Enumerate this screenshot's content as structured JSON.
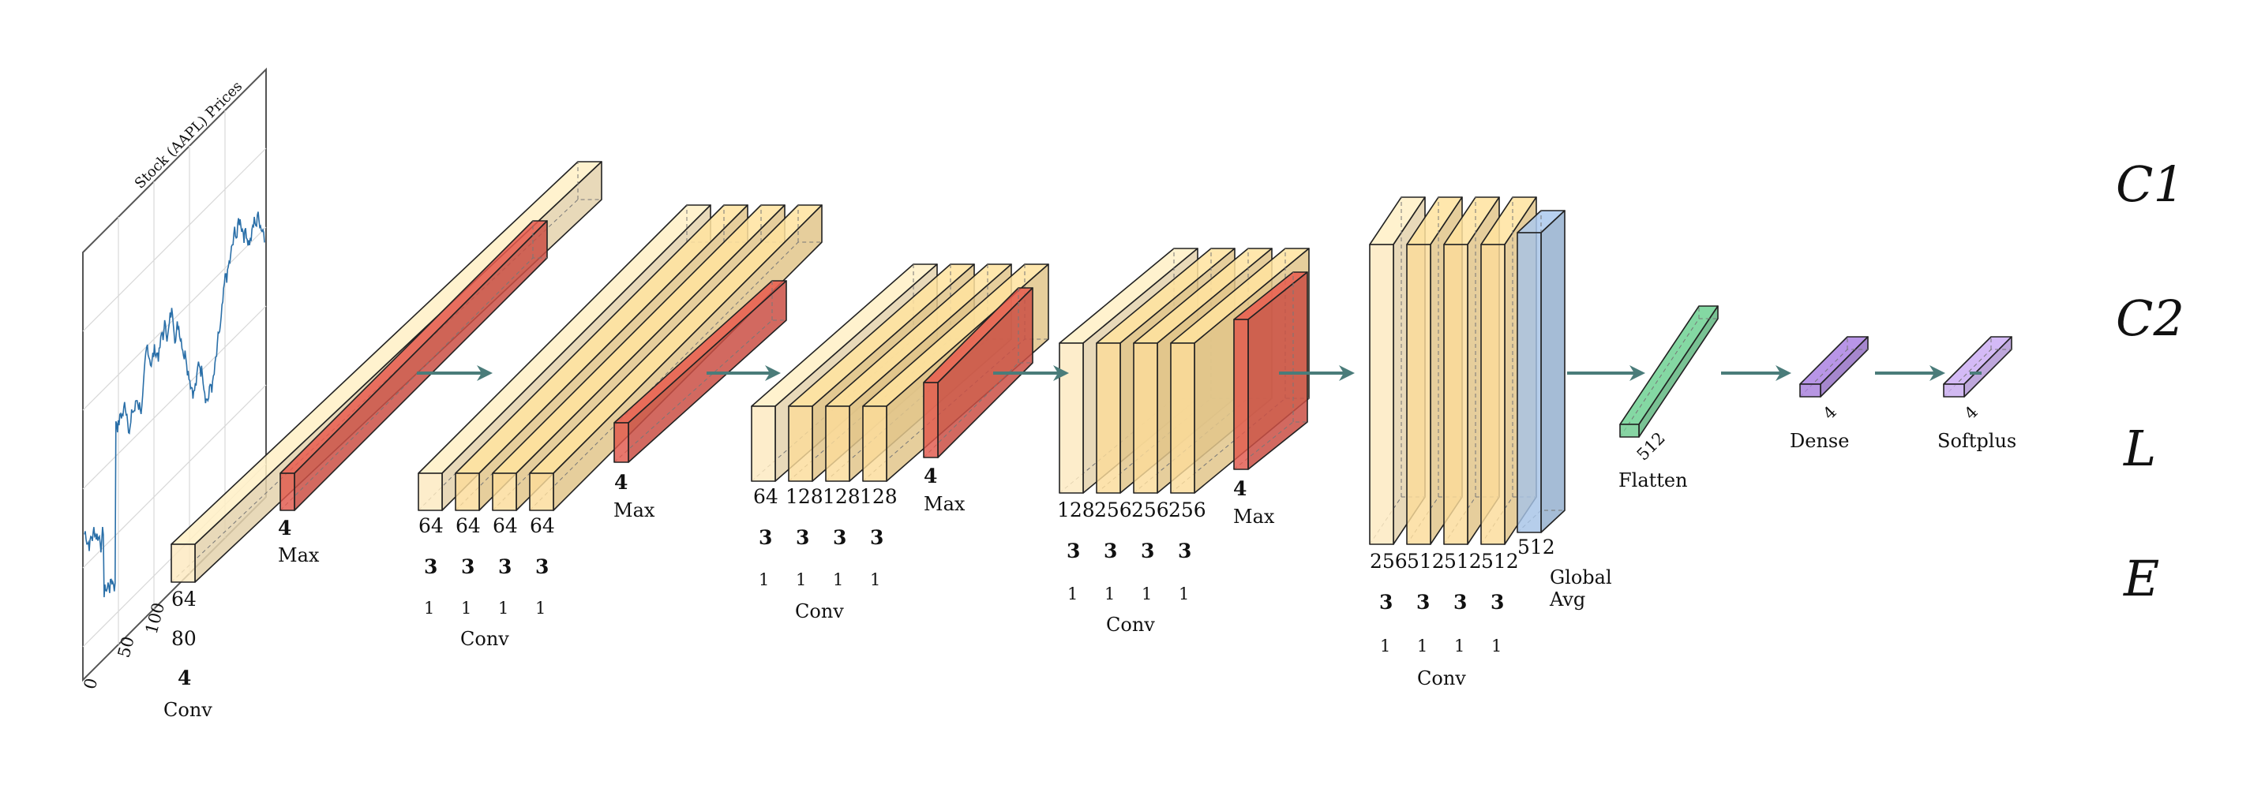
{
  "colors": {
    "conv_face": "#fde9c0",
    "conv_face_dark": "#fbdc9a",
    "pool_face": "#e0584c",
    "flatten_face": "#6ccb8f",
    "dense_face": "#a77fdc",
    "softplus_face": "#c7a9ee",
    "global_face": "#a6c3e6",
    "arrow": "#4a7c7a",
    "edge": "#222222"
  },
  "input_plot": {
    "title": "Stock (AAPL) Prices",
    "xticks": [
      "0",
      "50",
      "100"
    ]
  },
  "blocks": {
    "b1": {
      "top": "64",
      "size": "80",
      "kernel": "4",
      "name": "Conv"
    },
    "p1": {
      "size": "4",
      "name": "Max"
    },
    "b2": {
      "channels": [
        "64",
        "64",
        "64",
        "64"
      ],
      "kernels": [
        "3",
        "3",
        "3",
        "3"
      ],
      "strides": [
        "1",
        "1",
        "1",
        "1"
      ],
      "name": "Conv"
    },
    "p2": {
      "size": "4",
      "name": "Max"
    },
    "b3": {
      "channels": [
        "64",
        "128",
        "128",
        "128"
      ],
      "kernels": [
        "3",
        "3",
        "3",
        "3"
      ],
      "strides": [
        "1",
        "1",
        "1",
        "1"
      ],
      "name": "Conv"
    },
    "p3": {
      "size": "4",
      "name": "Max"
    },
    "b4": {
      "channels": [
        "128",
        "256",
        "256",
        "256"
      ],
      "kernels": [
        "3",
        "3",
        "3",
        "3"
      ],
      "strides": [
        "1",
        "1",
        "1",
        "1"
      ],
      "name": "Conv"
    },
    "p4": {
      "size": "4",
      "name": "Max"
    },
    "b5": {
      "channels": [
        "256",
        "512",
        "512",
        "512"
      ],
      "kernels": [
        "3",
        "3",
        "3",
        "3"
      ],
      "strides": [
        "1",
        "1",
        "1",
        "1"
      ],
      "name": "Conv"
    },
    "gap": {
      "size": "512",
      "name_line1": "Global",
      "name_line2": "Avg"
    },
    "flatten": {
      "size": "512",
      "name": "Flatten"
    },
    "dense": {
      "size": "4",
      "name": "Dense"
    },
    "softplus": {
      "size": "4",
      "name": "Softplus"
    }
  },
  "outputs": [
    "C1",
    "C2",
    "L",
    "E"
  ]
}
